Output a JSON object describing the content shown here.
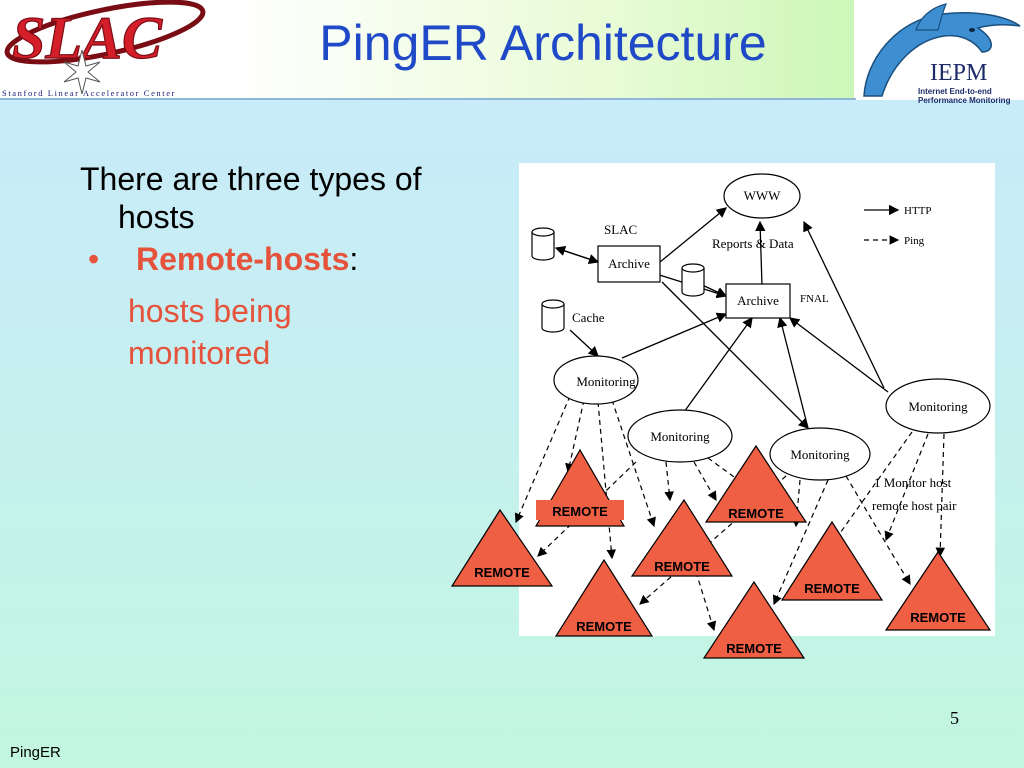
{
  "slide": {
    "title": "PingER Architecture",
    "page_number": "5",
    "footer": "PingER"
  },
  "logos": {
    "slac": {
      "name": "SLAC",
      "subtitle": "Stanford Linear Accelerator Center"
    },
    "iepm": {
      "name": "IEPM",
      "subtitle": "Internet End-to-end Performance Monitoring"
    }
  },
  "body": {
    "intro_line1": "There are three types of",
    "intro_line2": "hosts",
    "bullet_symbol": "•",
    "bullet_title": "Remote-hosts",
    "bullet_colon": ":",
    "bullet_desc_line1": "hosts being",
    "bullet_desc_line2": "monitored"
  },
  "diagram": {
    "www": "WWW",
    "slac_label": "SLAC",
    "archive": "Archive",
    "reports": "Reports & Data",
    "fnal": "FNAL",
    "cache": "Cache",
    "monitoring": "Monitoring",
    "legend_http": "HTTP",
    "legend_ping": "Ping",
    "note_line1": "1 Monitor host",
    "note_line2": "remote host pair",
    "remote": "REMOTE",
    "colors": {
      "triangle": "#ef5f44",
      "title": "#1f49c7",
      "accent": "#e5533d"
    }
  }
}
